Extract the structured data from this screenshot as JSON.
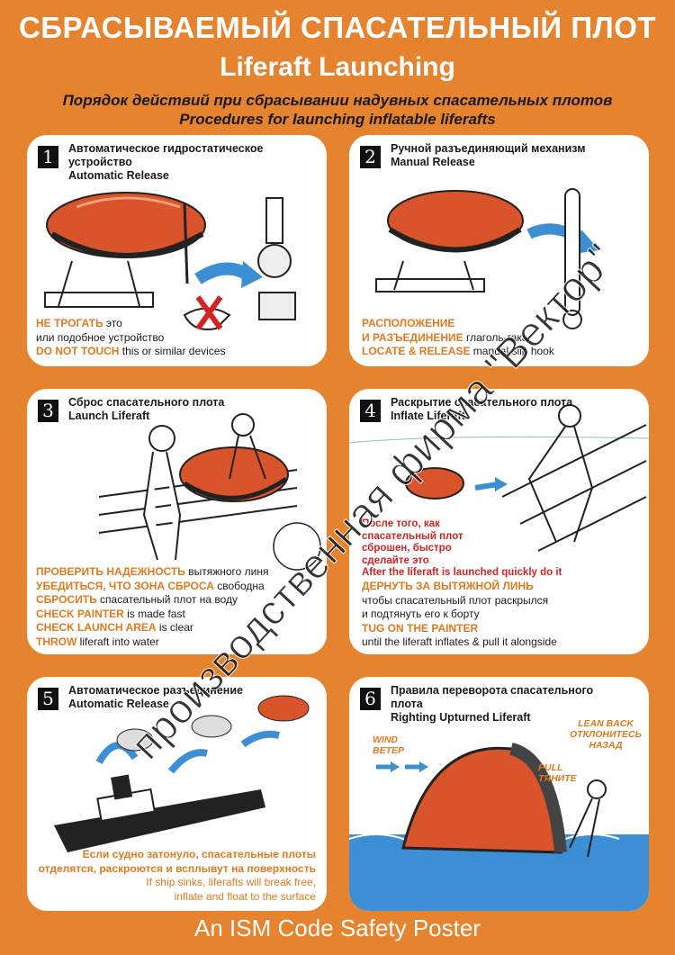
{
  "header": {
    "title_ru": "СБРАСЫВАЕМЫЙ СПАСАТЕЛЬНЫЙ ПЛОТ",
    "title_en": "Liferaft Launching",
    "subtitle_ru": "Порядок действий при сбрасывании надувных спасательных плотов",
    "subtitle_en": "Procedures for launching inflatable liferafts"
  },
  "panels": [
    {
      "number": "1",
      "title_ru": "Автоматическое гидростатическое устройство",
      "title_en": "Automatic Release",
      "lines": [
        {
          "accent": "НЕ ТРОГАТЬ",
          "text": " это"
        },
        {
          "accent": "",
          "text": "или подобное устройство"
        },
        {
          "accent": "DO NOT TOUCH",
          "text": " this or similar devices"
        }
      ]
    },
    {
      "number": "2",
      "title_ru": "Ручной разъединяющий механизм",
      "title_en": "Manual Release",
      "lines": [
        {
          "accent": "РАСПОЛОЖЕНИЕ",
          "text": ""
        },
        {
          "accent": "И РАЗЪЕДИНЕНИЕ",
          "text": " глаголь-гака"
        },
        {
          "accent": "LOCATE & RELEASE",
          "text": " manual slip hook"
        }
      ]
    },
    {
      "number": "3",
      "title_ru": "Сброс спасательного плота",
      "title_en": "Launch Liferaft",
      "lines": [
        {
          "accent": "ПРОВЕРИТЬ НАДЕЖНОСТЬ",
          "text": " вытяжного линя"
        },
        {
          "accent": "УБЕДИТЬСЯ, ЧТО ЗОНА СБРОСА",
          "text": " свободна"
        },
        {
          "accent": "СБРОСИТЬ",
          "text": " спасательный плот на воду"
        },
        {
          "accent": "CHECK PAINTER",
          "text": " is made fast"
        },
        {
          "accent": "CHECK LAUNCH AREA",
          "text": " is clear"
        },
        {
          "accent": "THROW",
          "text": " liferaft into water"
        }
      ]
    },
    {
      "number": "4",
      "title_ru": "Раскрытие спасательного плота",
      "title_en": "Inflate Liferaft",
      "note": [
        "После того, как",
        "спасательный плот",
        "сброшен, быстро",
        "сделайте это",
        "After the liferaft is launched quickly do it"
      ],
      "lines": [
        {
          "accent": "ДЕРНУТЬ ЗА ВЫТЯЖНОЙ ЛИНЬ",
          "text": ""
        },
        {
          "accent": "",
          "text": "чтобы спасательный плот раскрылся"
        },
        {
          "accent": "",
          "text": "и подтянуть его к борту"
        },
        {
          "accent": "TUG ON THE PAINTER",
          "text": ""
        },
        {
          "accent": "",
          "text": "until the liferaft inflates & pull it alongside"
        }
      ]
    },
    {
      "number": "5",
      "title_ru": "Автоматическое разъединение",
      "title_en": "Automatic Release",
      "caption_ru": [
        "Если судно затонуло, спасательные плоты",
        "отделятся, раскроются и всплывут на поверхность"
      ],
      "caption_en": [
        "If ship sinks, liferafts will break free,",
        "inflate and float to the surface"
      ]
    },
    {
      "number": "6",
      "title_ru": "Правила переворота спасательного плота",
      "title_en": "Righting Upturned Liferaft",
      "labels": {
        "wind_en": "WIND",
        "wind_ru": "ВЕТЕР",
        "pull_en": "PULL",
        "pull_ru": "ТЯНИТЕ",
        "lean_en": "LEAN BACK",
        "lean_ru1": "ОТКЛОНИТЕСЬ",
        "lean_ru2": "НАЗАД"
      }
    }
  ],
  "footer": "An ISM Code Safety Poster",
  "watermark": "производственная фирма \"Вектор\"",
  "colors": {
    "background": "#E5832E",
    "accent": "#E07A1F",
    "alert": "#D42323",
    "raft": "#D9532B",
    "arrow": "#3C8FD4"
  }
}
